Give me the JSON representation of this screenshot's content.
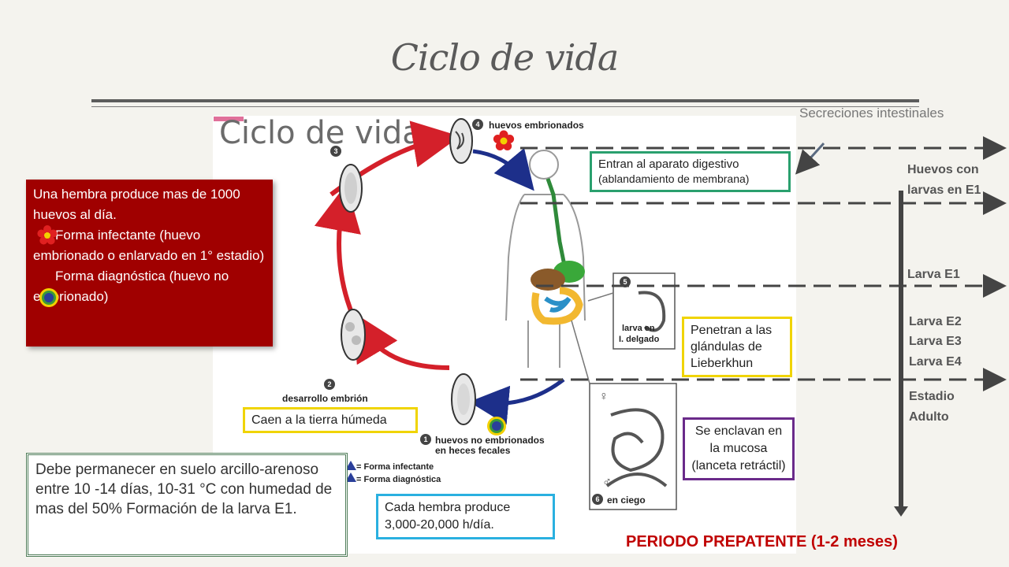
{
  "slide": {
    "title": "Ciclo de vida"
  },
  "figure": {
    "title": "Ciclo de vida",
    "stages": {
      "s1": {
        "num": "1",
        "label_line1": "huevos no embrionados",
        "label_line2": "en heces fecales"
      },
      "s2": {
        "num": "2",
        "label": "desarrollo embrión"
      },
      "s3": {
        "num": "3"
      },
      "s4": {
        "num": "4",
        "label": "huevos embrionados"
      },
      "s5": {
        "num": "5",
        "label_line1": "larva en",
        "label_line2": "I. delgado"
      },
      "s6": {
        "num": "6",
        "label": "en ciego"
      }
    },
    "boxes": {
      "digestive_line1": "Entran al aparato digestivo",
      "digestive_line2": "(ablandamiento de membrana)",
      "lieberkhun": "Penetran a las glándulas de Lieberkhun",
      "mucosa": "Se enclavan en la mucosa (lanceta retráctil)",
      "tierra": "Caen a la tierra húmeda",
      "hembra": "Cada hembra produce 3,000-20,000 h/día."
    },
    "legend": {
      "infectante": "= Forma infectante",
      "diagnostica": "= Forma diagnóstica"
    },
    "sex_symbols": {
      "female": "♀",
      "male": "♂"
    }
  },
  "red_box": {
    "line1": "Una hembra produce mas de 1000 huevos al día.",
    "line2": "Forma infectante (huevo embrionado o enlarvado en 1° estadio)",
    "line3": "Forma diagnóstica (huevo no embrionado)"
  },
  "green_box": {
    "text": "Debe permanecer en suelo arcillo-arenoso entre 10 -14 días, 10-31 °C con humedad de mas del 50% Formación de la larva E1."
  },
  "right_panel": {
    "secreciones": "Secreciones intestinales",
    "huevos_line1": "Huevos con",
    "huevos_line2": "larvas en E1",
    "larva_e1": "Larva E1",
    "larva_e2": "Larva E2",
    "larva_e3": "Larva E3",
    "larva_e4": "Larva E4",
    "adulto_line1": "Estadio",
    "adulto_line2": "Adulto",
    "periodo": "PERIODO PREPATENTE (1-2 meses)"
  },
  "colors": {
    "accent_red": "#a00000",
    "title_text": "#c00000",
    "cycle_red_arrow": "#d4202a",
    "cycle_blue_arrow": "#1d2f8a",
    "box_green": "#2aa06e",
    "box_yellow": "#f0d400",
    "box_purple": "#6a2a8a",
    "box_cyan": "#2ab0e0"
  }
}
